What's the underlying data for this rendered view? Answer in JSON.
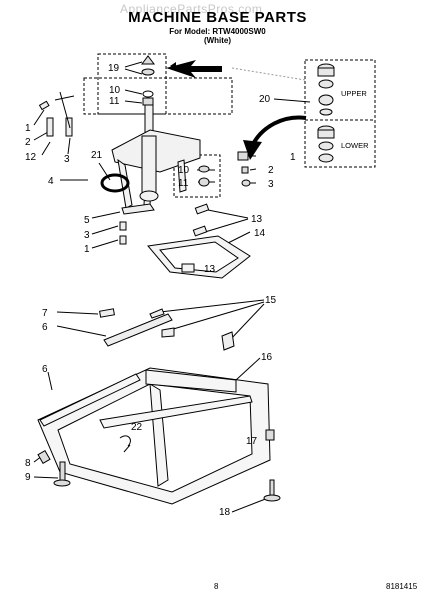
{
  "header": {
    "watermark": "AppliancePartsPros.com",
    "title": "MACHINE BASE PARTS",
    "model_line": "For Model: RTW4000SW0",
    "color_line": "(White)"
  },
  "callouts": [
    "19",
    "10",
    "11",
    "20",
    "1",
    "2",
    "12",
    "3",
    "21",
    "4",
    "10",
    "11",
    "1",
    "2",
    "3",
    "5",
    "3",
    "1",
    "13",
    "14",
    "13",
    "7",
    "6",
    "15",
    "16",
    "6",
    "22",
    "17",
    "8",
    "9",
    "18"
  ],
  "kit_labels": {
    "upper": "UPPER",
    "lower": "LOWER"
  },
  "footer": {
    "page_number": "8",
    "doc_number": "8181415"
  }
}
